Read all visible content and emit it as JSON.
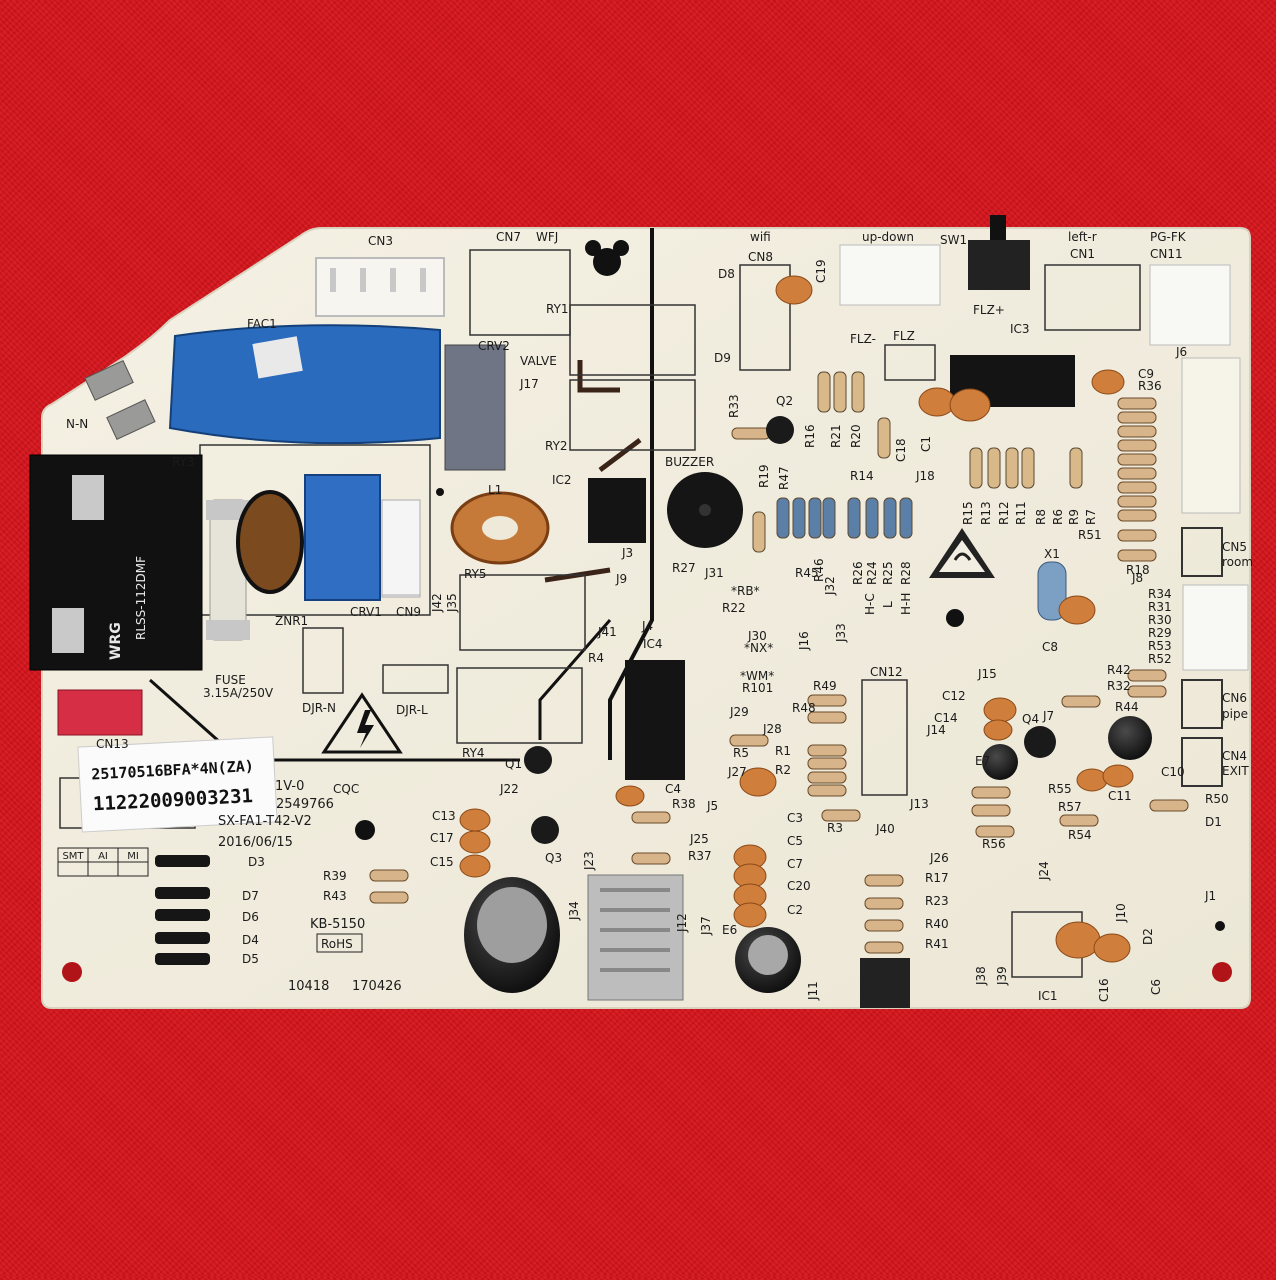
{
  "board": {
    "part_label": "25170516BFA*4N(ZA)",
    "serial": "11222009003231",
    "model_fragment": "1V-0",
    "model_number_fragment": "2549766",
    "board_model": "SX-FA1-T42-V2",
    "date": "2016/06/15",
    "pcb_code": "KB-5150",
    "rohs": "RoHS",
    "cqc": "CQC",
    "cert_number": "10418",
    "stamp": "170426",
    "qc_table": [
      "SMT",
      "AI",
      "MI"
    ]
  },
  "fuse": {
    "label": "FUSE",
    "rating": "3.15A/250V"
  },
  "relay": {
    "brand": "WRG",
    "model": "RLSS-112DMF"
  },
  "connectors": [
    "CN3",
    "CN7",
    "WFJ",
    "wifi",
    "CN8",
    "up-down",
    "SW1",
    "left-r",
    "CN1",
    "PG-FK",
    "CN11",
    "CN13",
    "CN9",
    "CN12",
    "CN5",
    "room",
    "CN6",
    "pipe",
    "CN4",
    "EXIT",
    "J6",
    "J8"
  ],
  "labels": {
    "fac1": "FAC1",
    "crv2": "CRV2",
    "valve": "VALVE",
    "ry1": "RY1",
    "ry2": "RY2",
    "ry3": "RY3",
    "ry4": "RY4",
    "ry5": "RY5",
    "nn": "N-N",
    "znr1": "ZNR1",
    "crv1": "CRV1",
    "l1": "L1",
    "ic1": "IC1",
    "ic2": "IC2",
    "ic3": "IC3",
    "ic4": "IC4",
    "buzzer": "BUZZER",
    "djrn": "DJR-N",
    "djrl": "DJR-L",
    "x1": "X1",
    "q1": "Q1",
    "q2": "Q2",
    "q3": "Q3",
    "q4": "Q4",
    "flzp": "FLZ+",
    "flzm": "FLZ-",
    "flz": "FLZ",
    "rb": "*RB*",
    "nx": "*NX*",
    "wm": "*WM*",
    "hc": "H-C",
    "l": "L",
    "hh": "H-H",
    "e6": "E6",
    "e7": "E7",
    "d1": "D1",
    "d2": "D2",
    "d3": "D3",
    "d4": "D4",
    "d5": "D5",
    "d6": "D6",
    "d7": "D7",
    "d8": "D8",
    "d9": "D9",
    "j17": "J17",
    "j18": "J18",
    "j3": "J3",
    "j9": "J9",
    "j4": "J4",
    "j31": "J31",
    "j30": "J30",
    "j16": "J16",
    "j33": "J33",
    "j32": "J32",
    "j15": "J15",
    "j14": "J14",
    "j13": "J13",
    "j40": "J40",
    "j26": "J26",
    "j29": "J29",
    "j28": "J28",
    "j27": "J27",
    "j5": "J5",
    "j25": "J25",
    "j22": "J22",
    "j23": "J23",
    "j34": "J34",
    "j12": "J12",
    "j37": "J37",
    "j41": "J41",
    "j42": "J42",
    "j35": "J35",
    "j24": "J24",
    "j10": "J10",
    "j1": "J1",
    "j38": "J38",
    "j39": "J39",
    "j7": "J7",
    "j11": "J11",
    "r22": "R22",
    "r101": "R101",
    "r27": "R27",
    "r45": "R45",
    "r46": "R46",
    "r4": "R4",
    "r49": "R49",
    "r48": "R48",
    "r1": "R1",
    "r2": "R2",
    "r3": "R3",
    "r5": "R5",
    "r38": "R38",
    "r37": "R37",
    "r39": "R39",
    "r43": "R43",
    "r17": "R17",
    "r23": "R23",
    "r40": "R40",
    "r41": "R41",
    "r42": "R42",
    "r32": "R32",
    "r44": "R44",
    "r55": "R55",
    "r57": "R57",
    "r56": "R56",
    "r54": "R54",
    "r50": "R50",
    "r18": "R18",
    "r51": "R51",
    "r36": "R36",
    "r34": "R34",
    "r31": "R31",
    "r30": "R30",
    "r29": "R29",
    "r53": "R53",
    "r52": "R52",
    "r33": "R33",
    "r19": "R19",
    "r47": "R47",
    "r16": "R16",
    "r21": "R21",
    "r20": "R20",
    "r14": "R14",
    "r15": "R15",
    "r13": "R13",
    "r12": "R12",
    "r11": "R11",
    "r8": "R8",
    "r6": "R6",
    "r9": "R9",
    "r7": "R7",
    "r26": "R26",
    "r24": "R24",
    "r25": "R25",
    "r28": "R28",
    "c19": "C19",
    "c9": "C9",
    "c8": "C8",
    "c12": "C12",
    "c14": "C14",
    "c10": "C10",
    "c11": "C11",
    "c13": "C13",
    "c17": "C17",
    "c15": "C15",
    "c4": "C4",
    "c3": "C3",
    "c5": "C5",
    "c7": "C7",
    "c20": "C20",
    "c2": "C2",
    "c16": "C16",
    "c6": "C6",
    "c18": "C18",
    "c1": "C1"
  }
}
